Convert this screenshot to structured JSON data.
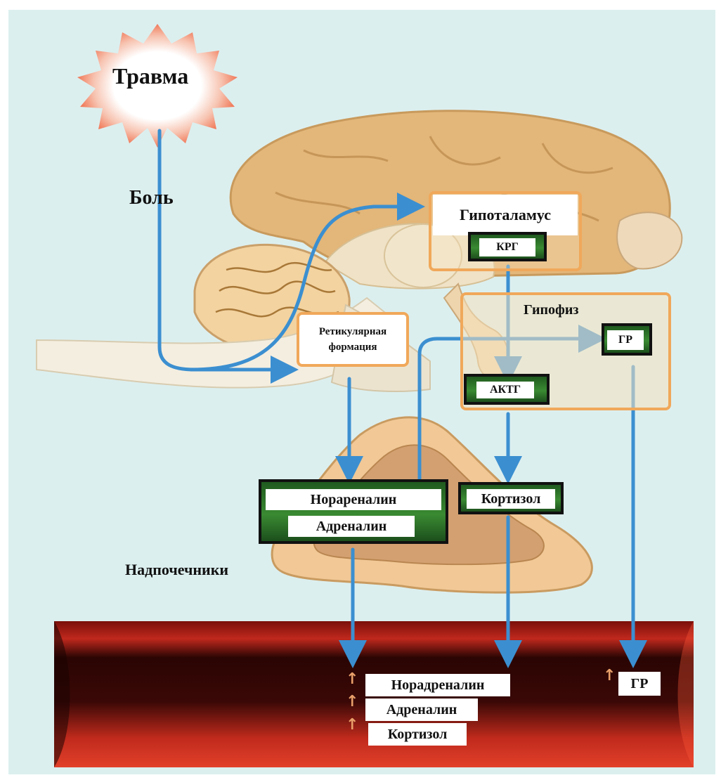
{
  "trigger": {
    "label": "Травма"
  },
  "pain": {
    "label": "Боль"
  },
  "hypothalamus": {
    "label": "Гипоталамус",
    "hormone": "КРГ"
  },
  "pituitary": {
    "label": "Гипофиз",
    "hormone_left": "АКТГ",
    "hormone_right": "ГР"
  },
  "reticular": {
    "line1": "Ретикулярная",
    "line2": "формация"
  },
  "adrenals": {
    "label": "Надпочечники",
    "medulla_1": "Норареналин",
    "medulla_2": "Адреналин",
    "cortex": "Кортизол"
  },
  "blood": {
    "items": [
      "Норадреналин",
      "Адреналин",
      "Кортизол"
    ],
    "gr": "ГР",
    "increase_symbol": "↑"
  },
  "colors": {
    "arrow": "#3b8fd0",
    "vessel": "#b3221a",
    "green_box": "#2f7a2a",
    "orange_frame": "#f0a85a",
    "background": "#dcefef"
  }
}
